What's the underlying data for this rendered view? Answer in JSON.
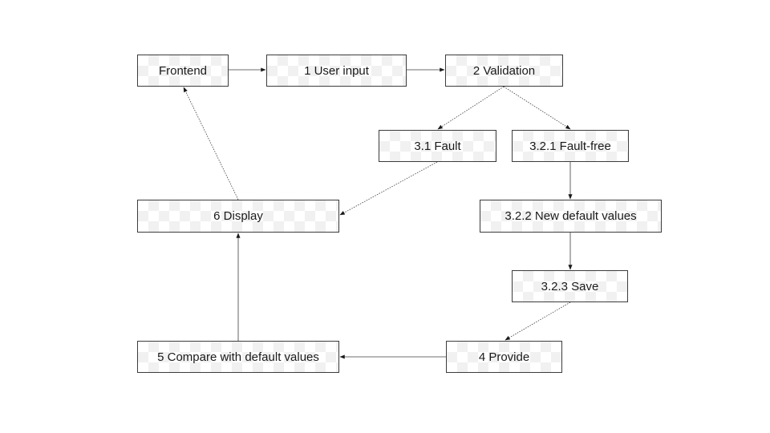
{
  "diagram": {
    "nodes": {
      "frontend": "Frontend",
      "user_input": "1 User input",
      "validation": "2 Validation",
      "fault": "3.1 Fault",
      "fault_free": "3.2.1 Fault-free",
      "display": "6 Display",
      "new_default_values": "3.2.2 New default values",
      "save": "3.2.3 Save",
      "compare": "5 Compare with default values",
      "provide": "4 Provide"
    },
    "edges": [
      {
        "from": "frontend",
        "to": "user_input",
        "style": "solid"
      },
      {
        "from": "user_input",
        "to": "validation",
        "style": "solid"
      },
      {
        "from": "validation",
        "to": "fault",
        "style": "dotted"
      },
      {
        "from": "validation",
        "to": "fault_free",
        "style": "dotted"
      },
      {
        "from": "fault",
        "to": "display",
        "style": "dotted"
      },
      {
        "from": "fault_free",
        "to": "new_default_values",
        "style": "solid"
      },
      {
        "from": "new_default_values",
        "to": "save",
        "style": "solid"
      },
      {
        "from": "save",
        "to": "provide",
        "style": "dotted"
      },
      {
        "from": "provide",
        "to": "compare",
        "style": "solid"
      },
      {
        "from": "compare",
        "to": "display",
        "style": "solid"
      },
      {
        "from": "display",
        "to": "frontend",
        "style": "dotted"
      }
    ],
    "colors": {
      "stroke": "#3c3c3c",
      "text": "#1a1a1a",
      "checker": "#f1f1f1"
    }
  }
}
